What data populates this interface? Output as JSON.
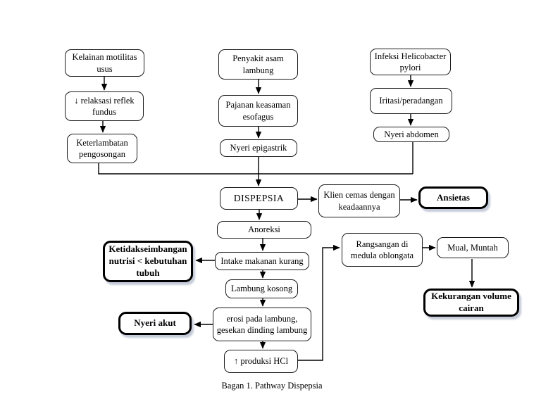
{
  "diagram": {
    "caption": "Bagan 1. Pathway Dispepsia",
    "colors": {
      "background": "#ffffff",
      "line": "#000000",
      "box_border": "#1a1a1a",
      "bold_box_border": "#000000",
      "bold_box_shadow": "rgba(150,160,185,0.55)"
    },
    "nodes": {
      "kelainan": {
        "label": "Kelainan motilitas usus"
      },
      "relaksasi": {
        "label": "↓ relaksasi reflek fundus"
      },
      "keterlambatan": {
        "label": "Keterlambatan pengosongan"
      },
      "penyakit": {
        "label": "Penyakit asam lambung"
      },
      "pajanan": {
        "label": "Pajanan keasaman esofagus"
      },
      "nyeri_epigastrik": {
        "label": "Nyeri epigastrik"
      },
      "infeksi": {
        "label": "Infeksi Helicobacter pylori"
      },
      "iritasi": {
        "label": "Iritasi/peradangan"
      },
      "nyeri_abdomen": {
        "label": "Nyeri abdomen"
      },
      "dispepsia": {
        "label": "DISPEPSIA"
      },
      "klien_cemas": {
        "label": "Klien cemas dengan keadaannya"
      },
      "ansietas": {
        "label": "Ansietas"
      },
      "anoreksi": {
        "label": "Anoreksi"
      },
      "ketidakseimbangan": {
        "label": "Ketidakseimbangan nutrisi < kebutuhan tubuh"
      },
      "intake": {
        "label": "Intake makanan kurang"
      },
      "lambung_kosong": {
        "label": "Lambung kosong"
      },
      "nyeri_akut": {
        "label": "Nyeri akut"
      },
      "erosi": {
        "label": "erosi pada lambung, gesekan dinding lambung"
      },
      "produksi_hcl": {
        "label": "↑ produksi HCl"
      },
      "rangsangan": {
        "label": "Rangsangan di medula oblongata"
      },
      "mual": {
        "label": "Mual, Muntah"
      },
      "kekurangan": {
        "label": "Kekurangan volume cairan"
      }
    }
  }
}
